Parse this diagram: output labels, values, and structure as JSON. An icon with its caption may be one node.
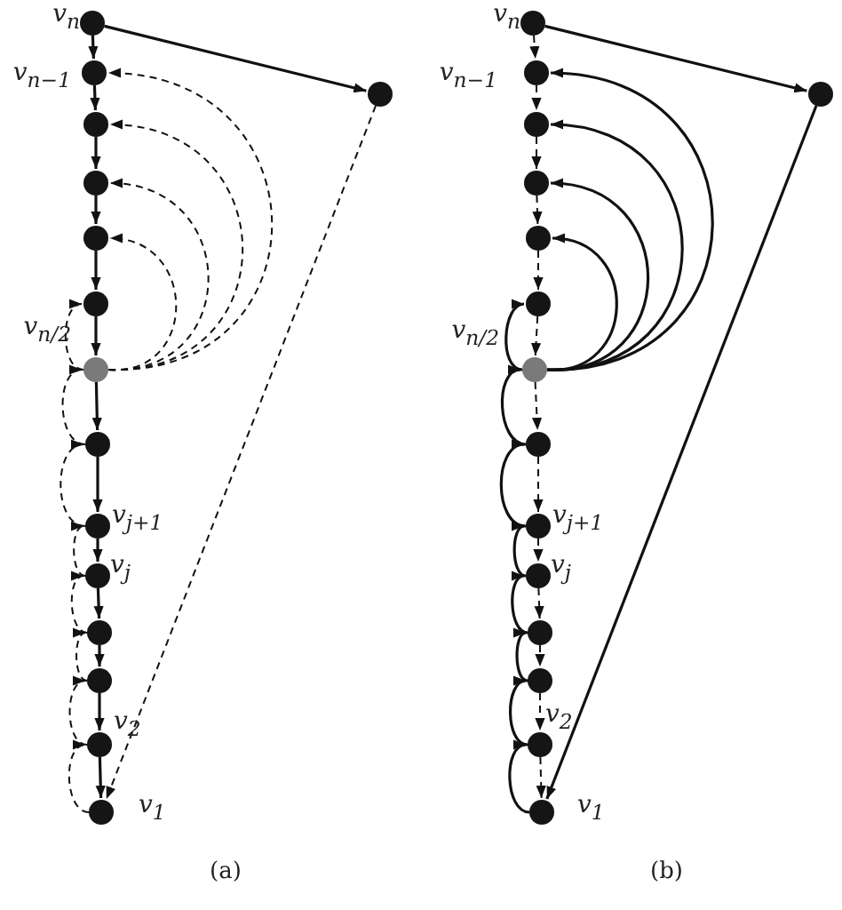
{
  "diagram": {
    "nodes": [
      {
        "text": [],
        "shape": "circle",
        "beside": [
          "v$_{n}$"
        ]
      },
      {
        "text": [],
        "shape": "circle",
        "beside": [
          "v$_{n−1}$"
        ]
      },
      {
        "text": [],
        "shape": "circle"
      },
      {
        "text": [],
        "shape": "circle"
      },
      {
        "text": [],
        "shape": "circle"
      },
      {
        "text": [],
        "shape": "circle"
      },
      {
        "text": [],
        "shape": "circle",
        "beside": [
          "v$_{n/2}$"
        ]
      },
      {
        "text": [],
        "shape": "circle"
      },
      {
        "text": [],
        "shape": "circle",
        "beside": [
          "v$_{j+1}$"
        ]
      },
      {
        "text": [],
        "shape": "circle",
        "beside": [
          "v$_{j}$"
        ]
      },
      {
        "text": [],
        "shape": "circle"
      },
      {
        "text": [],
        "shape": "circle"
      },
      {
        "text": [],
        "shape": "circle",
        "beside": [
          "v$_{2}$"
        ]
      },
      {
        "text": [],
        "shape": "circle",
        "beside": [
          "v$_{1}$"
        ]
      },
      {
        "text": [],
        "shape": "circle"
      },
      {
        "text": [],
        "shape": "circle",
        "beside": [
          "v$_{n}$"
        ]
      },
      {
        "text": [],
        "shape": "circle",
        "beside": [
          "v$_{n−1}$"
        ]
      },
      {
        "text": [],
        "shape": "circle"
      },
      {
        "text": [],
        "shape": "circle"
      },
      {
        "text": [],
        "shape": "circle"
      },
      {
        "text": [],
        "shape": "circle"
      },
      {
        "text": [],
        "shape": "circle",
        "beside": [
          "v$_{n/2}$"
        ]
      },
      {
        "text": [],
        "shape": "circle"
      },
      {
        "text": [],
        "shape": "circle",
        "beside": [
          "v$_{j+1}$"
        ]
      },
      {
        "text": [],
        "shape": "circle",
        "beside": [
          "v$_{j}$"
        ]
      },
      {
        "text": [],
        "shape": "circle"
      },
      {
        "text": [],
        "shape": "circle"
      },
      {
        "text": [],
        "shape": "circle",
        "beside": [
          "v$_{2}$"
        ]
      },
      {
        "text": [],
        "shape": "circle",
        "beside": [
          "v$_{1}$"
        ]
      },
      {
        "text": [],
        "shape": "circle"
      }
    ],
    "edges": [
      {
        "from": 0,
        "to": 14,
        "arrow": "to"
      },
      {
        "from": 0,
        "to": 1,
        "arrow": "to"
      },
      {
        "from": 1,
        "to": 2,
        "arrow": "to"
      },
      {
        "from": 2,
        "to": 3,
        "arrow": "to"
      },
      {
        "from": 3,
        "to": 4,
        "arrow": "to"
      },
      {
        "from": 4,
        "to": 5,
        "arrow": "to"
      },
      {
        "from": 5,
        "to": 6,
        "arrow": "to"
      },
      {
        "from": 6,
        "to": 7,
        "arrow": "to"
      },
      {
        "from": 7,
        "to": 8,
        "arrow": "to"
      },
      {
        "from": 8,
        "to": 9,
        "arrow": "to"
      },
      {
        "from": 9,
        "to": 10,
        "arrow": "to"
      },
      {
        "from": 10,
        "to": 11,
        "arrow": "to"
      },
      {
        "from": 11,
        "to": 12,
        "arrow": "to"
      },
      {
        "from": 12,
        "to": 13,
        "arrow": "to"
      },
      {
        "from": 6,
        "to": 1,
        "arrow": "to",
        "style": "dashed"
      },
      {
        "from": 6,
        "to": 2,
        "arrow": "to",
        "style": "dashed"
      },
      {
        "from": 6,
        "to": 3,
        "arrow": "to",
        "style": "dashed"
      },
      {
        "from": 6,
        "to": 4,
        "arrow": "to",
        "style": "dashed"
      },
      {
        "from": 6,
        "to": 5,
        "arrow": "to",
        "style": "dashed"
      },
      {
        "from": 7,
        "to": 6,
        "arrow": "to",
        "style": "dashed"
      },
      {
        "from": 8,
        "to": 7,
        "arrow": "to",
        "style": "dashed"
      },
      {
        "from": 9,
        "to": 8,
        "arrow": "to",
        "style": "dashed"
      },
      {
        "from": 10,
        "to": 9,
        "arrow": "to",
        "style": "dashed"
      },
      {
        "from": 11,
        "to": 10,
        "arrow": "to",
        "style": "dashed"
      },
      {
        "from": 12,
        "to": 11,
        "arrow": "to",
        "style": "dashed"
      },
      {
        "from": 13,
        "to": 12,
        "arrow": "to",
        "style": "dashed"
      },
      {
        "from": 14,
        "to": 13,
        "arrow": "to",
        "style": "dashed"
      },
      {
        "from": 15,
        "to": 29,
        "arrow": "to"
      },
      {
        "from": 15,
        "to": 16,
        "arrow": "to",
        "style": "dashed"
      },
      {
        "from": 16,
        "to": 17,
        "arrow": "to",
        "style": "dashed"
      },
      {
        "from": 17,
        "to": 18,
        "arrow": "to",
        "style": "dashed"
      },
      {
        "from": 18,
        "to": 19,
        "arrow": "to",
        "style": "dashed"
      },
      {
        "from": 19,
        "to": 20,
        "arrow": "to",
        "style": "dashed"
      },
      {
        "from": 20,
        "to": 21,
        "arrow": "to",
        "style": "dashed"
      },
      {
        "from": 21,
        "to": 22,
        "arrow": "to",
        "style": "dashed"
      },
      {
        "from": 22,
        "to": 23,
        "arrow": "to",
        "style": "dashed"
      },
      {
        "from": 23,
        "to": 24,
        "arrow": "to",
        "style": "dashed"
      },
      {
        "from": 24,
        "to": 25,
        "arrow": "to",
        "style": "dashed"
      },
      {
        "from": 25,
        "to": 26,
        "arrow": "to",
        "style": "dashed"
      },
      {
        "from": 26,
        "to": 27,
        "arrow": "to",
        "style": "dashed"
      },
      {
        "from": 27,
        "to": 28,
        "arrow": "to",
        "style": "dashed"
      },
      {
        "from": 21,
        "to": 16,
        "arrow": "to"
      },
      {
        "from": 21,
        "to": 17,
        "arrow": "to"
      },
      {
        "from": 21,
        "to": 18,
        "arrow": "to"
      },
      {
        "from": 21,
        "to": 19,
        "arrow": "to"
      },
      {
        "from": 21,
        "to": 20,
        "arrow": "to"
      },
      {
        "from": 22,
        "to": 21,
        "arrow": "to"
      },
      {
        "from": 23,
        "to": 22,
        "arrow": "to"
      },
      {
        "from": 24,
        "to": 23,
        "arrow": "to"
      },
      {
        "from": 25,
        "to": 24,
        "arrow": "to"
      },
      {
        "from": 26,
        "to": 25,
        "arrow": "to"
      },
      {
        "from": 27,
        "to": 26,
        "arrow": "to"
      },
      {
        "from": 28,
        "to": 27,
        "arrow": "to"
      },
      {
        "from": 29,
        "to": 28,
        "arrow": "to"
      }
    ],
    "labels": [
      "(a)",
      "(b)"
    ]
  }
}
